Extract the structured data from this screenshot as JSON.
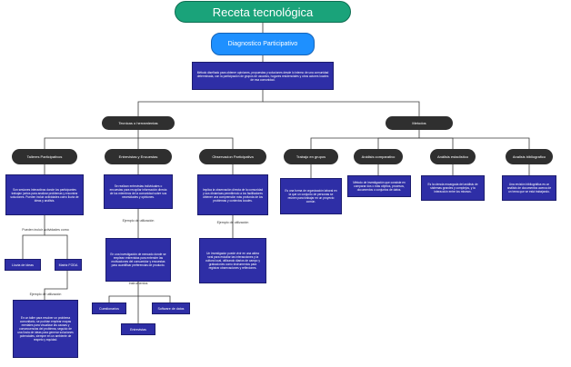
{
  "title": "Receta tecnológica",
  "subtitle": "Diagnostico Participativo",
  "definition": "Método diseñado para obtener opiniones, propuestas y soluciones desde lo interno de una comunidad determinada, con la participación de grupos de usuarios, hogares residenciales y otros actores locales de esa comunidad.",
  "branches": {
    "left": "Tecnicas o herramientas",
    "right": "Metodos"
  },
  "techniques": [
    {
      "label": "Talleres Participativos",
      "description": "Son sesiones interactivas donde los participantes trabajan juntos para analizar problemas y encontrar soluciones. Pueden incluir actividades como lluvia de ideas y análisis."
    },
    {
      "label": "Entrevistas y Encuestas",
      "description": "Se realizan entrevistas individuales o encuestas para recopilar información directa de los miembros de la comunidad sobre sus necesidades y opiniones."
    },
    {
      "label": "Observacion Participativa",
      "description": "Implica la observación directa de la comunidad y sus dinámicas permitiendo a los facilitadores obtener una comprensión más profunda de los problemas y contextos locales."
    }
  ],
  "talleres_link": "Pueden incluir actividades como",
  "talleres_activities": [
    "Lluvia de ideas",
    "Matriz FODA"
  ],
  "talleres_example_label": "Ejemplo de utilización",
  "talleres_example": "En un taller para resolver un problema comunitario, se podrían emplear mapas mentales para visualizar las causas y consecuencias del problema, seguido de una lluvia de ideas para generar soluciones potenciales, siempre en un ambiente de respeto y equidad.",
  "entrevistas_example_label": "Ejemplo de utilización",
  "entrevistas_example": "En una investigación de mercado donde se emplean entrevistas para entender las motivaciones del consumidor y encuestas para cuantificar preferencias de producto.",
  "instruments_label": "Instrumentos",
  "instruments": [
    "Cuestionarios",
    "Software de datos",
    "Entrevistas"
  ],
  "observacion_example_label": "Ejemplo de utilización",
  "observacion_example": "Un investigador puede vivir en una aldea rural para estudiar las interacciones y la cultura local, utilizando diarios de campo y grabaciones como instrumentos para registrar observaciones y reflexiones.",
  "methods": [
    {
      "label": "Trabajo en grupos",
      "description": "Es una forma de organización laboral en la que un conjunto de personas se reúnen para trabajar en un proyecto común."
    },
    {
      "label": "Análisis comparativo",
      "description": "Método de investigación que consiste en comparar dos o más objetos, procesos, documentos o conjuntos de datos."
    },
    {
      "label": "Análisis estadístico",
      "description": "Es la ciencia encargada del análisis de sistemas grandes y complejos, y la interacción entre los mismos."
    },
    {
      "label": "Analisis bibliografico",
      "description": "Una revisión bibliográfica es un análisis de documentos acerca de un tema que se está trabajando."
    }
  ]
}
